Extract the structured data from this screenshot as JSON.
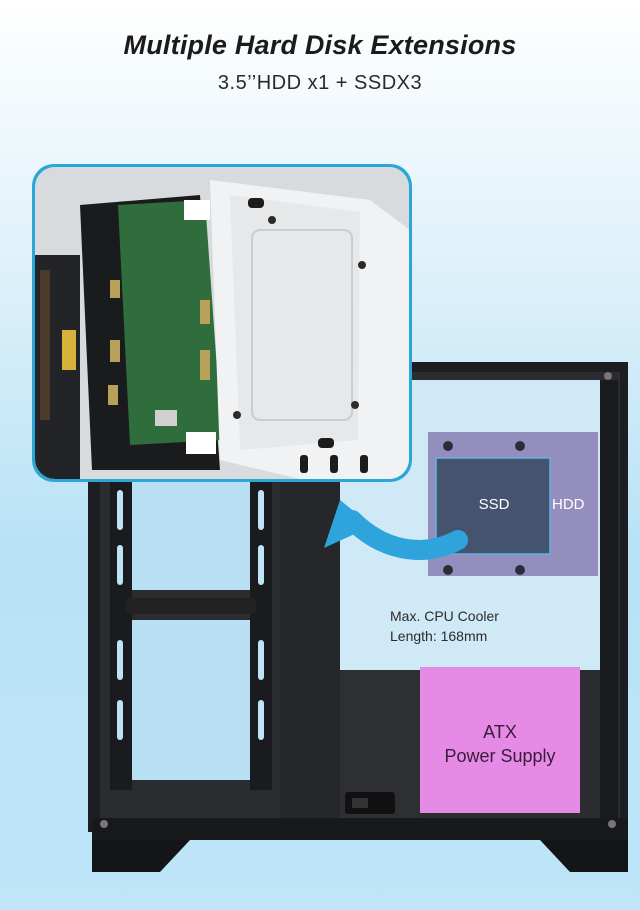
{
  "header": {
    "title": "Multiple Hard Disk Extensions",
    "subtitle": "3.5’’HDD x1  + SSDX3"
  },
  "labels": {
    "ssd": "SSD",
    "hdd": "HDD",
    "cooler_line1": "Max. CPU Cooler",
    "cooler_line2": "Length:   168mm",
    "psu_line1": "ATX",
    "psu_line2": "Power Supply"
  },
  "colors": {
    "case": "#1e1f22",
    "callout_border": "#2aa6d8",
    "arrow": "#2fa3db",
    "drive_bay": "#8f86b8",
    "ssd_box": "#44546e",
    "psu_overlay": "#e58be6"
  }
}
